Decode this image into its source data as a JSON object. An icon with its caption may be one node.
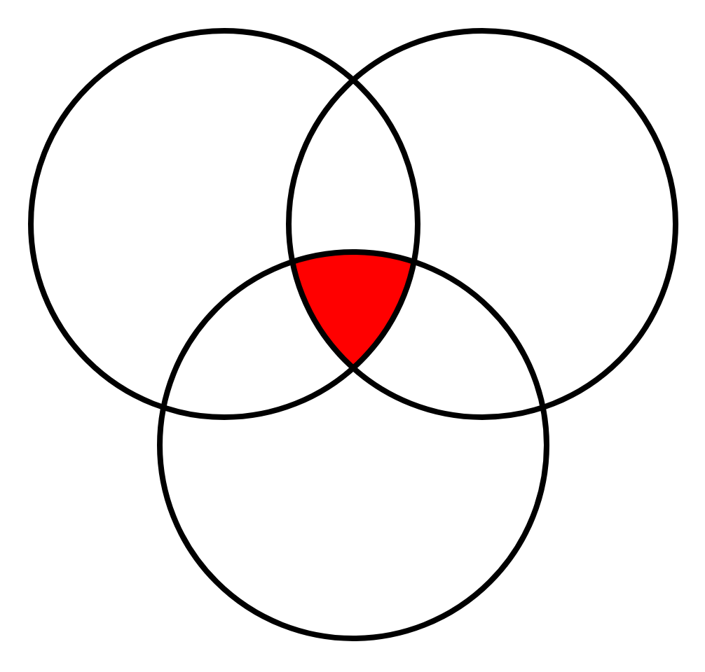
{
  "diagram": {
    "nodes": [
      {
        "text": [],
        "shape": "circle"
      },
      {
        "text": [],
        "shape": "circle"
      },
      {
        "text": [],
        "shape": "circle"
      },
      {
        "text": [],
        "shape": "triangle"
      }
    ]
  }
}
